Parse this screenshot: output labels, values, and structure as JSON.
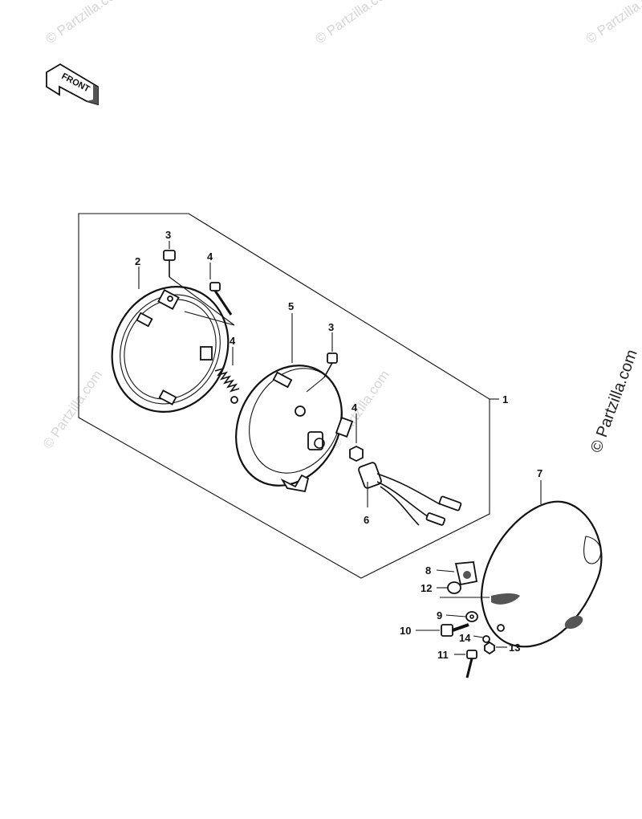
{
  "front_badge": {
    "label": "FRONT"
  },
  "watermark": {
    "text": "© Partzilla.com"
  },
  "callouts": {
    "assembly": "1",
    "rim": "2",
    "screw_upper": "3",
    "screw_adjust": "4",
    "spring": "4",
    "unit": "5",
    "screw_unit": "3",
    "nut": "4",
    "socket": "6",
    "housing": "7",
    "bracket": "8",
    "washer": "9",
    "bolt": "10",
    "bolt_small": "11",
    "collar": "12",
    "nut_small": "13",
    "lockwasher": "14"
  }
}
